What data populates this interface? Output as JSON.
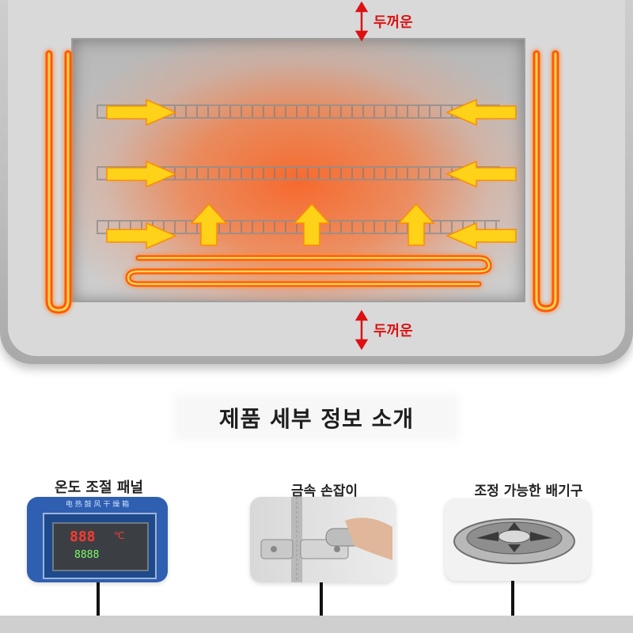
{
  "oven": {
    "thickness_label_top": "두꺼운",
    "thickness_label_bottom": "두꺼운"
  },
  "section_title": "제품 세부 정보 소개",
  "features": [
    {
      "label": "온도 조절 패널",
      "panel_header": "电 热 鼓 风 干 燥 箱",
      "display_value": "888",
      "display_unit": "℃",
      "display_sub": "8888"
    },
    {
      "label": "금속 손잡이"
    },
    {
      "label": "조정 가능한 배기구"
    }
  ],
  "colors": {
    "heater": "#ff8a1a",
    "arrow": "#ffd21a",
    "label_red": "#dd1111",
    "panel_blue": "#2f5fb0"
  }
}
